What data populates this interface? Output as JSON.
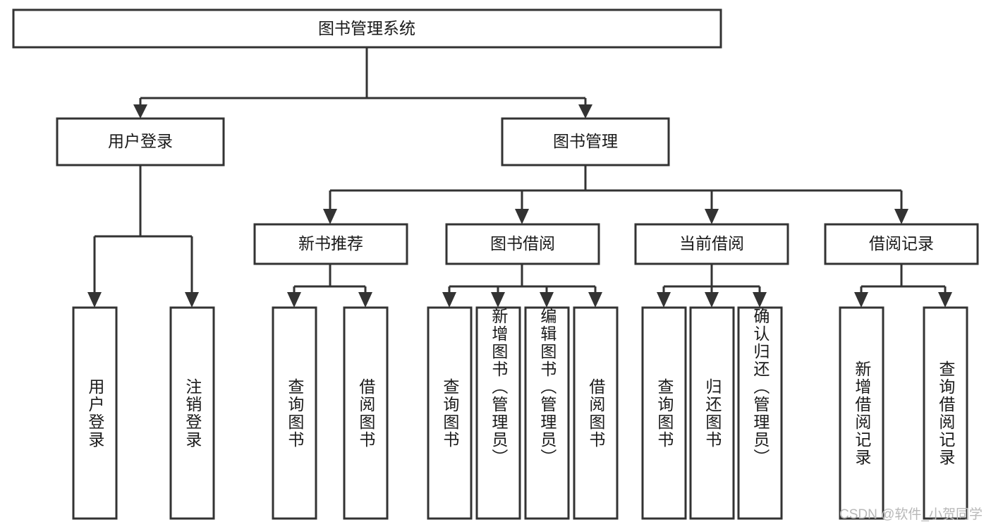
{
  "diagram": {
    "title": "图书管理系统",
    "type": "tree-hierarchy-chart",
    "levels": 4
  },
  "nodes": {
    "root": {
      "label": "图书管理系统"
    },
    "level2": [
      {
        "id": "user-login",
        "label": "用户登录"
      },
      {
        "id": "book-management",
        "label": "图书管理"
      }
    ],
    "level3": [
      {
        "id": "new-book-recommend",
        "label": "新书推荐"
      },
      {
        "id": "book-borrow",
        "label": "图书借阅"
      },
      {
        "id": "current-borrow",
        "label": "当前借阅"
      },
      {
        "id": "borrow-record",
        "label": "借阅记录"
      }
    ],
    "leaves": {
      "user_login": [
        {
          "id": "leaf-user-login",
          "label": "用户登录"
        },
        {
          "id": "leaf-logout-login",
          "label": "注销登录"
        }
      ],
      "new_book_recommend": [
        {
          "id": "leaf-query-book-1",
          "label": "查询图书"
        },
        {
          "id": "leaf-borrow-book-1",
          "label": "借阅图书"
        }
      ],
      "book_borrow": [
        {
          "id": "leaf-query-book-2",
          "label": "查询图书"
        },
        {
          "id": "leaf-add-book",
          "label": "新增图书（管理员）"
        },
        {
          "id": "leaf-edit-book",
          "label": "编辑图书（管理员）"
        },
        {
          "id": "leaf-borrow-book-2",
          "label": "借阅图书"
        }
      ],
      "current_borrow": [
        {
          "id": "leaf-query-book-3",
          "label": "查询图书"
        },
        {
          "id": "leaf-return-book",
          "label": "归还图书"
        },
        {
          "id": "leaf-confirm-return",
          "label": "确认归还（管理员）"
        }
      ],
      "borrow_record": [
        {
          "id": "leaf-add-borrow-record",
          "label": "新增借阅记录"
        },
        {
          "id": "leaf-query-borrow-record",
          "label": "查询借阅记录"
        }
      ]
    }
  },
  "colors": {
    "stroke": "#333333",
    "fill": "#ffffff",
    "text": "#1a1a1a",
    "watermark": "#b8b8b8"
  },
  "watermark": {
    "text": "CSDN @软件_小贺同学"
  }
}
